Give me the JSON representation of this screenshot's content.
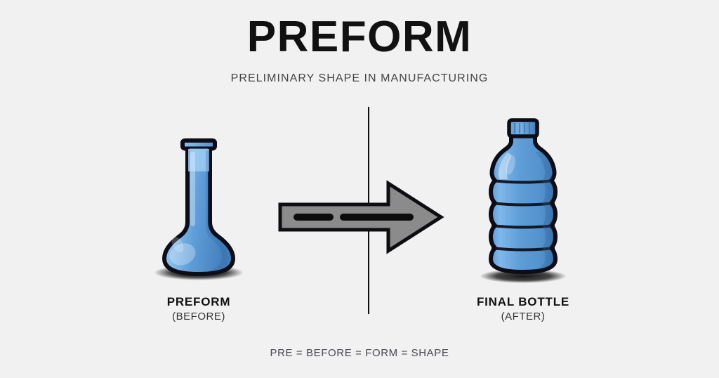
{
  "header": {
    "title": "PREFORM",
    "subtitle": "PRELIMINARY SHAPE IN MANUFACTURING"
  },
  "left_figure": {
    "icon": "preform-flask-icon",
    "caption_main": "PREFORM",
    "caption_sub": "(BEFORE)"
  },
  "right_figure": {
    "icon": "plastic-bottle-icon",
    "caption_main": "FINAL BOTTLE",
    "caption_sub": "(AFTER)"
  },
  "transform_arrow": {
    "icon": "right-arrow-icon",
    "direction": "right"
  },
  "divider": {
    "icon": "vertical-divider-line"
  },
  "footer": {
    "note": "PRE = BEFORE = FORM = SHAPE"
  },
  "colors": {
    "background": "#f1f1f1",
    "title": "#111111",
    "subtitle": "#444444",
    "outline": "#0d0d15",
    "blue_light": "#7db6e8",
    "blue_mid": "#5b9bd8",
    "blue_dark": "#4a86c4",
    "arrow_fill": "#8a8a8a",
    "shadow": "#121212"
  }
}
